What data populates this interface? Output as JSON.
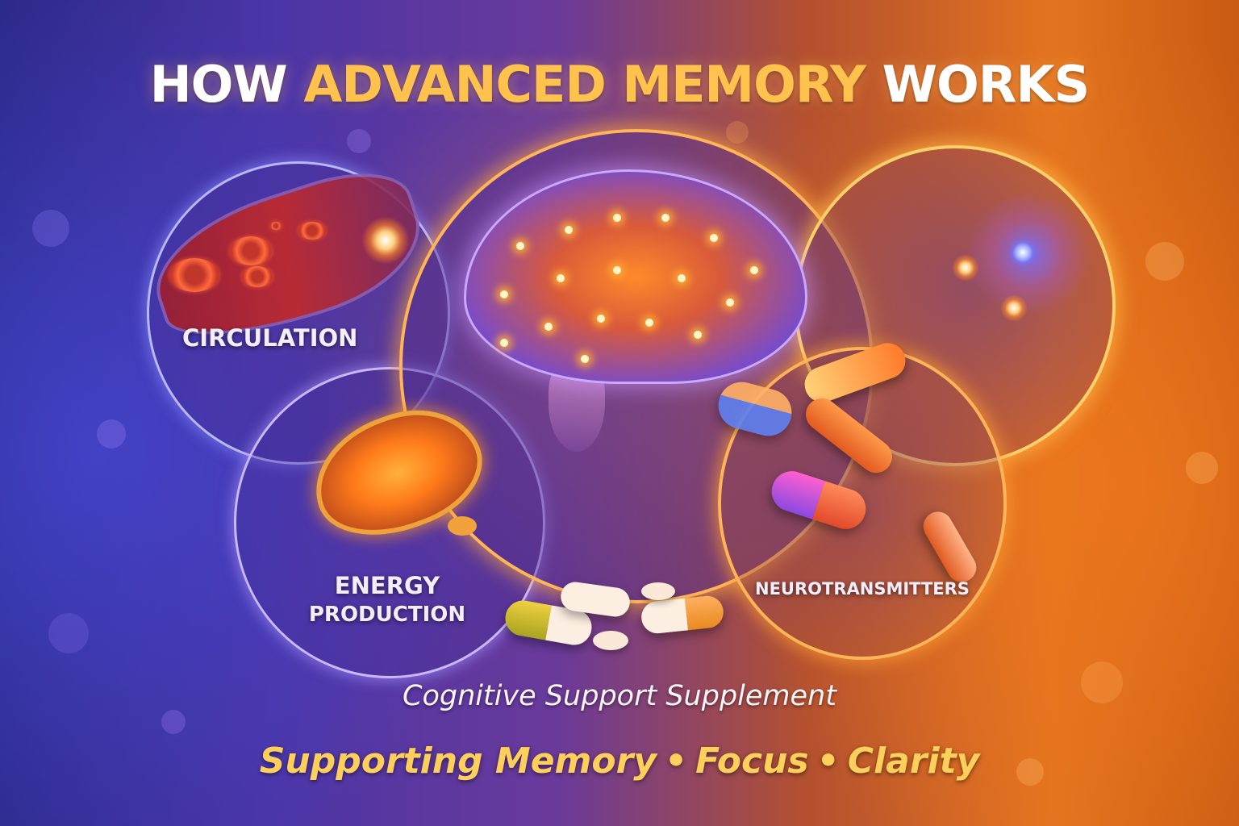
{
  "title": {
    "prefix": "HOW ",
    "accent": "ADVANCED MEMORY",
    "suffix": " WORKS"
  },
  "sections": {
    "circulation": {
      "label": "CIRCULATION",
      "icon": "blood-vessel-icon"
    },
    "brain": {
      "icon": "brain-network-icon"
    },
    "neurons": {
      "icon": "neuron-icon"
    },
    "energy": {
      "label_line1": "ENERGY",
      "label_line2": "PRODUCTION",
      "icon": "mitochondria-icon"
    },
    "neurotransmitters": {
      "label": "NEUROTRANSMITTERS",
      "icon": "capsules-icon"
    }
  },
  "subtitle": "Cognitive Support Supplement",
  "tagline": {
    "items": [
      "Supporting Memory",
      "Focus",
      "Clarity"
    ],
    "separator": "•"
  },
  "colors": {
    "accent_gold": "#ffc24d",
    "tagline_gold": "#ffcf5c",
    "bg_left_blue": "#2c2a8a",
    "bg_right_orange": "#e3741f",
    "ring_orange": "#ffb458",
    "ring_violet": "#b8b8ff"
  }
}
